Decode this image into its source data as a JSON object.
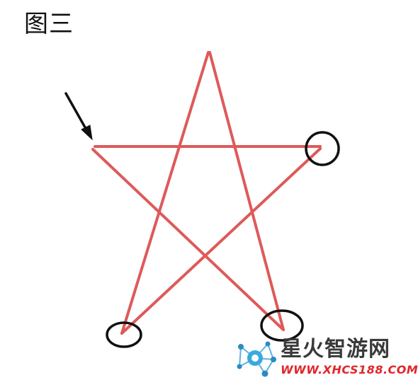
{
  "figure": {
    "label": "图三"
  },
  "colors": {
    "star_stroke": "#de5a5a",
    "marker_stroke": "#111111",
    "arrow_stroke": "#111111"
  },
  "watermark": {
    "title": "星火智游网",
    "url": "WWW.XHCS188.COM",
    "logo_icon": "network-nodes-icon"
  }
}
